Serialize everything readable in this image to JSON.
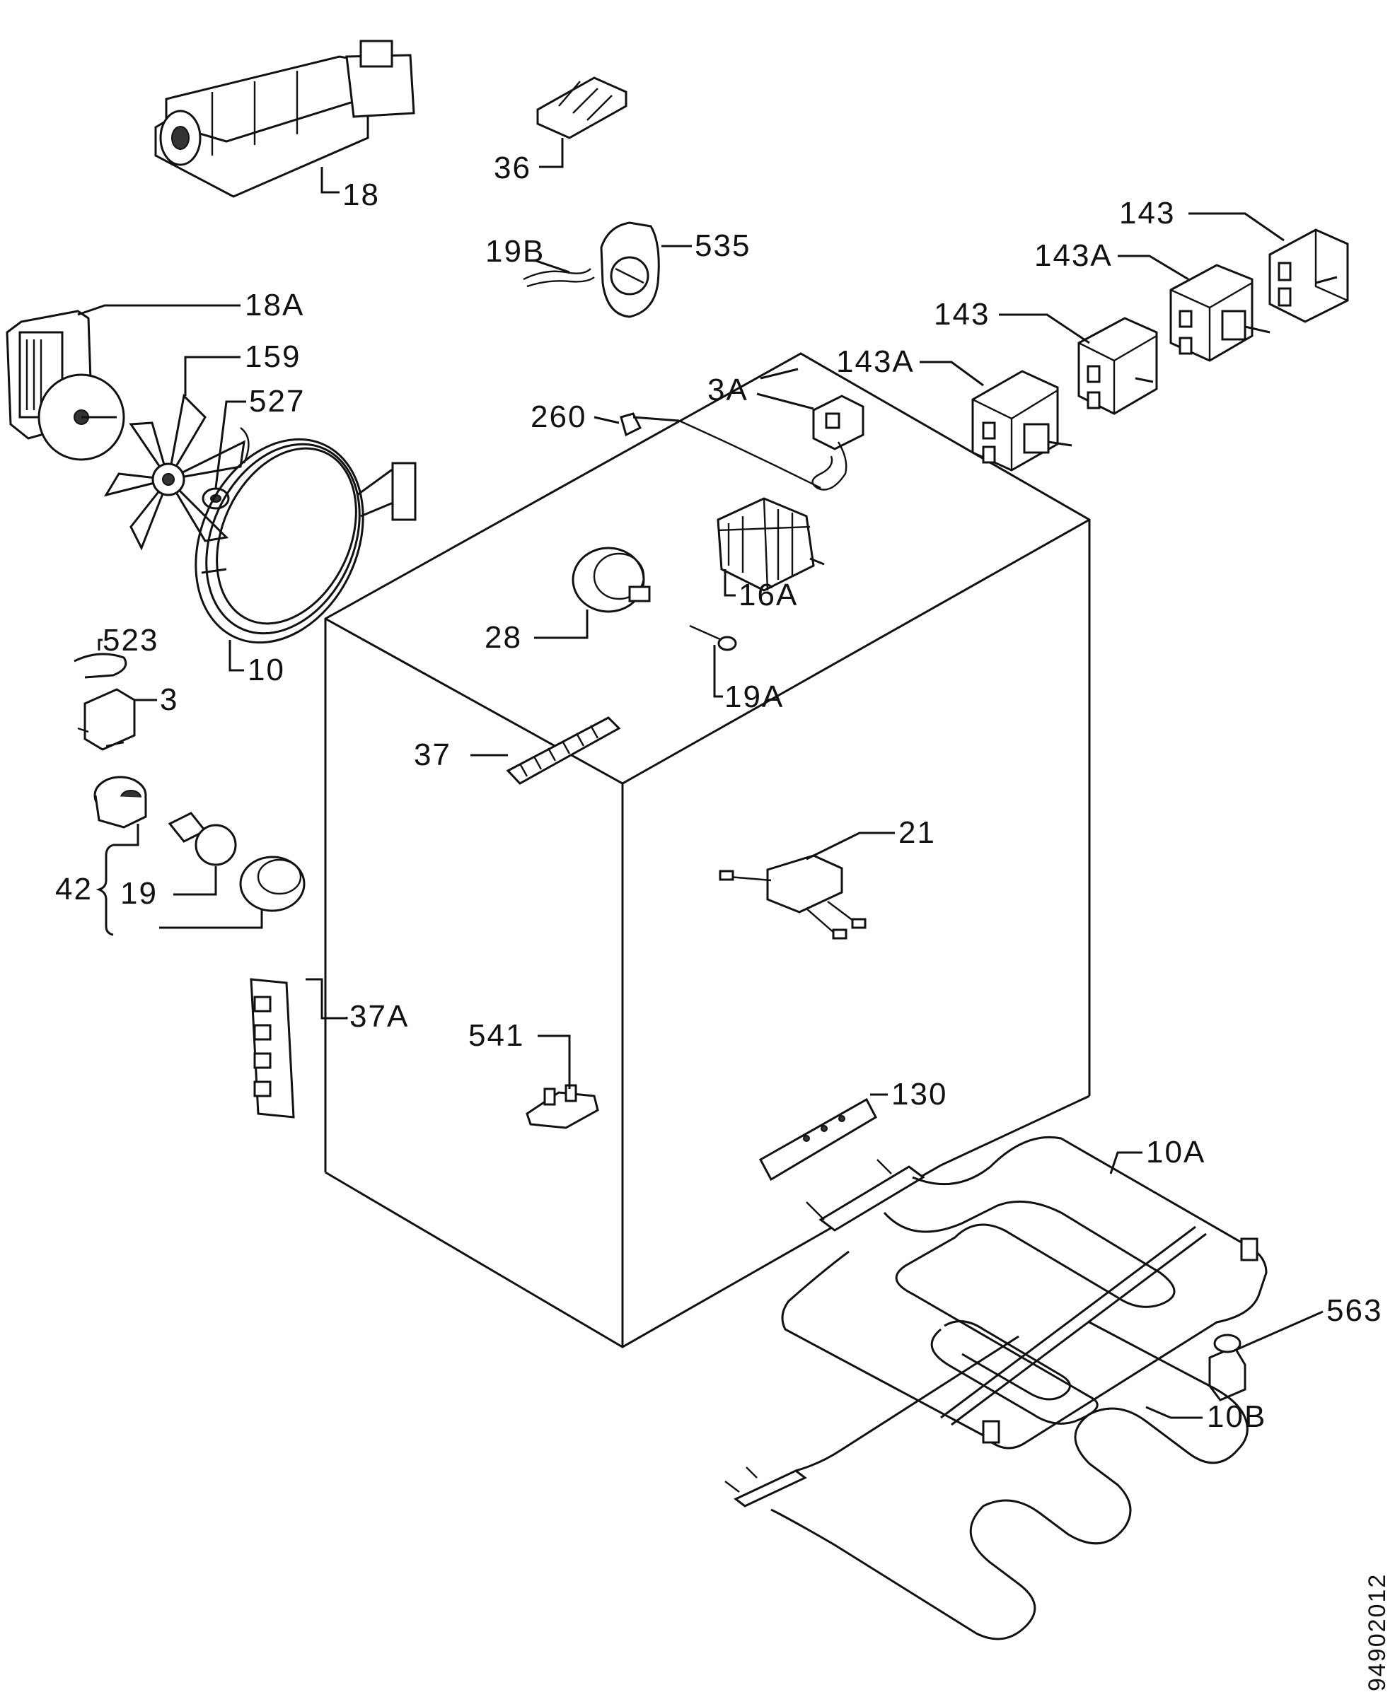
{
  "callouts": [
    {
      "id": "36",
      "label": "36"
    },
    {
      "id": "18",
      "label": "18"
    },
    {
      "id": "19B",
      "label": "19B"
    },
    {
      "id": "535",
      "label": "535"
    },
    {
      "id": "143-top",
      "label": "143"
    },
    {
      "id": "143A-top",
      "label": "143A"
    },
    {
      "id": "143-mid",
      "label": "143"
    },
    {
      "id": "143A-mid",
      "label": "143A"
    },
    {
      "id": "18A",
      "label": "18A"
    },
    {
      "id": "159",
      "label": "159"
    },
    {
      "id": "527",
      "label": "527"
    },
    {
      "id": "3A",
      "label": "3A"
    },
    {
      "id": "260",
      "label": "260"
    },
    {
      "id": "16A",
      "label": "16A"
    },
    {
      "id": "28",
      "label": "28"
    },
    {
      "id": "19A",
      "label": "19A"
    },
    {
      "id": "523",
      "label": "523"
    },
    {
      "id": "3",
      "label": "3"
    },
    {
      "id": "10",
      "label": "10"
    },
    {
      "id": "37",
      "label": "37"
    },
    {
      "id": "21",
      "label": "21"
    },
    {
      "id": "42",
      "label": "42"
    },
    {
      "id": "19",
      "label": "19"
    },
    {
      "id": "37A",
      "label": "37A"
    },
    {
      "id": "541",
      "label": "541"
    },
    {
      "id": "130",
      "label": "130"
    },
    {
      "id": "10A",
      "label": "10A"
    },
    {
      "id": "563",
      "label": "563"
    },
    {
      "id": "10B",
      "label": "10B"
    }
  ],
  "drawing_number": "94902012"
}
